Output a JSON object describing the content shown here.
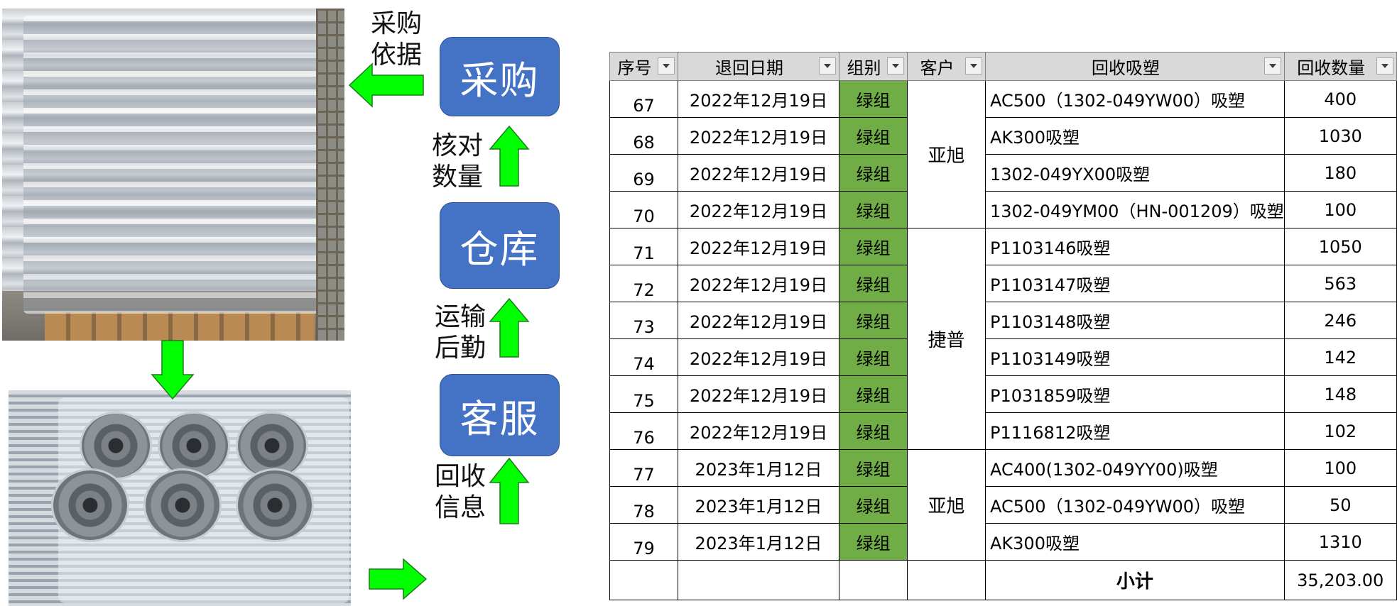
{
  "flow": {
    "boxes": {
      "purchase": "采购",
      "warehouse": "仓库",
      "service": "客服"
    },
    "labels": {
      "basis": "采购\n依据",
      "verify": "核对\n数量",
      "logistics": "运输\n后勤",
      "recycle": "回收\n信息"
    },
    "arrow_color": "#00ff00",
    "box_color": "#4472c4"
  },
  "table": {
    "headers": [
      "序号",
      "退回日期",
      "组别",
      "客户",
      "回收吸塑",
      "回收数量"
    ],
    "rows": [
      {
        "no": "67",
        "date": "2022年12月19日",
        "group": "绿组",
        "item": "AC500（1302-049YW00）吸塑",
        "qty": "400"
      },
      {
        "no": "68",
        "date": "2022年12月19日",
        "group": "绿组",
        "item": "AK300吸塑",
        "qty": "1030"
      },
      {
        "no": "69",
        "date": "2022年12月19日",
        "group": "绿组",
        "item": "1302-049YX00吸塑",
        "qty": "180"
      },
      {
        "no": "70",
        "date": "2022年12月19日",
        "group": "绿组",
        "item": "1302-049YM00（HN-001209）吸塑",
        "qty": "100"
      },
      {
        "no": "71",
        "date": "2022年12月19日",
        "group": "绿组",
        "item": "P1103146吸塑",
        "qty": "1050"
      },
      {
        "no": "72",
        "date": "2022年12月19日",
        "group": "绿组",
        "item": "P1103147吸塑",
        "qty": "563"
      },
      {
        "no": "73",
        "date": "2022年12月19日",
        "group": "绿组",
        "item": "P1103148吸塑",
        "qty": "246"
      },
      {
        "no": "74",
        "date": "2022年12月19日",
        "group": "绿组",
        "item": "P1103149吸塑",
        "qty": "142"
      },
      {
        "no": "75",
        "date": "2022年12月19日",
        "group": "绿组",
        "item": "P1031859吸塑",
        "qty": "148"
      },
      {
        "no": "76",
        "date": "2022年12月19日",
        "group": "绿组",
        "item": "P1116812吸塑",
        "qty": "102"
      },
      {
        "no": "77",
        "date": "2023年1月12日",
        "group": "绿组",
        "item": "AC400(1302-049YY00)吸塑",
        "qty": "100"
      },
      {
        "no": "78",
        "date": "2023年1月12日",
        "group": "绿组",
        "item": "AC500（1302-049YW00）吸塑",
        "qty": "50"
      },
      {
        "no": "79",
        "date": "2023年1月12日",
        "group": "绿组",
        "item": "AK300吸塑",
        "qty": "1310"
      }
    ],
    "customers": [
      "亚旭",
      "捷普",
      "亚旭"
    ],
    "subtotal_label": "小计",
    "subtotal_value": "35,203.00",
    "group_color": "#70ad47",
    "header_color": "#d9d9d9"
  }
}
